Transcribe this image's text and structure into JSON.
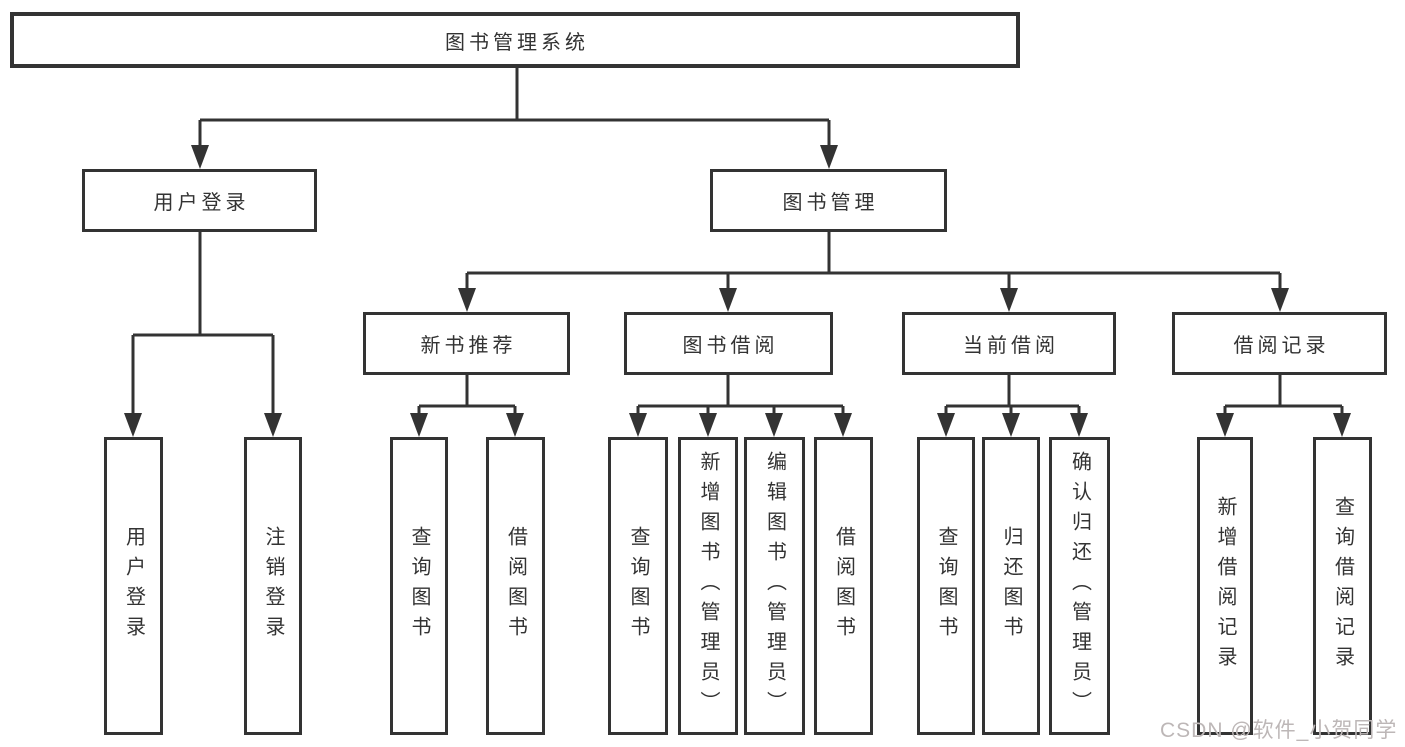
{
  "diagram": {
    "title": "图书管理系统",
    "root": {
      "label": "图书管理系统"
    },
    "level2": [
      {
        "label": "用户登录"
      },
      {
        "label": "图书管理"
      }
    ],
    "level3": [
      {
        "label": "新书推荐",
        "parent": "图书管理"
      },
      {
        "label": "图书借阅",
        "parent": "图书管理"
      },
      {
        "label": "当前借阅",
        "parent": "图书管理"
      },
      {
        "label": "借阅记录",
        "parent": "图书管理"
      }
    ],
    "leaves": [
      {
        "label": "用户登录",
        "parent": "用户登录"
      },
      {
        "label": "注销登录",
        "parent": "用户登录"
      },
      {
        "label": "查询图书",
        "parent": "新书推荐"
      },
      {
        "label": "借阅图书",
        "parent": "新书推荐"
      },
      {
        "label": "查询图书",
        "parent": "图书借阅"
      },
      {
        "label": "新增图书（管理员）",
        "parent": "图书借阅"
      },
      {
        "label": "编辑图书（管理员）",
        "parent": "图书借阅"
      },
      {
        "label": "借阅图书",
        "parent": "图书借阅"
      },
      {
        "label": "查询图书",
        "parent": "当前借阅"
      },
      {
        "label": "归还图书",
        "parent": "当前借阅"
      },
      {
        "label": "确认归还（管理员）",
        "parent": "当前借阅"
      },
      {
        "label": "新增借阅记录",
        "parent": "借阅记录"
      },
      {
        "label": "查询借阅记录",
        "parent": "借阅记录"
      }
    ]
  },
  "watermark": "CSDN @软件_小贺同学",
  "colors": {
    "line": "#333333",
    "box_border": "#333333",
    "text": "#333333",
    "watermark": "#bdb7b7",
    "background": "#ffffff"
  }
}
